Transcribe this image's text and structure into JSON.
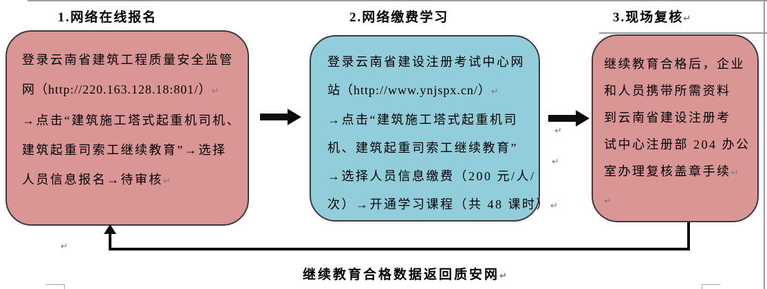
{
  "page": {
    "caption": "继续教育合格数据返回质安网",
    "return_mark": "↵"
  },
  "colors": {
    "step_pink": "#d99694",
    "step_blue": "#92cddc",
    "arrow_black": "#0d0d0d",
    "table_border_gray": "#9a9a9a"
  },
  "steps": [
    {
      "title": "1.网络在线报名",
      "lines": [
        "登录云南省建筑工程质量安全监管",
        "网（http://220.163.128.18:801/）",
        "→点击“建筑施工塔式起重机司机、",
        "建筑起重司索工继续教育”→选择",
        "人员信息报名→待审核"
      ]
    },
    {
      "title": "2.网络缴费学习",
      "lines": [
        "登录云南省建设注册考试中心网",
        "站（http://www.ynjspx.cn/）",
        "→点击“建筑施工塔式起重机司",
        "机、建筑起重司索工继续教育”",
        "→选择人员信息缴费（200 元/人/",
        "次）→开通学习课程（共 48 课时）"
      ]
    },
    {
      "title": "3.现场复核",
      "lines": [
        "继续教育合格后，企业",
        "和人员携带所需资料",
        "到云南省建设注册考",
        "试中心注册部 204 办公",
        "室办理复核盖章手续"
      ]
    }
  ]
}
